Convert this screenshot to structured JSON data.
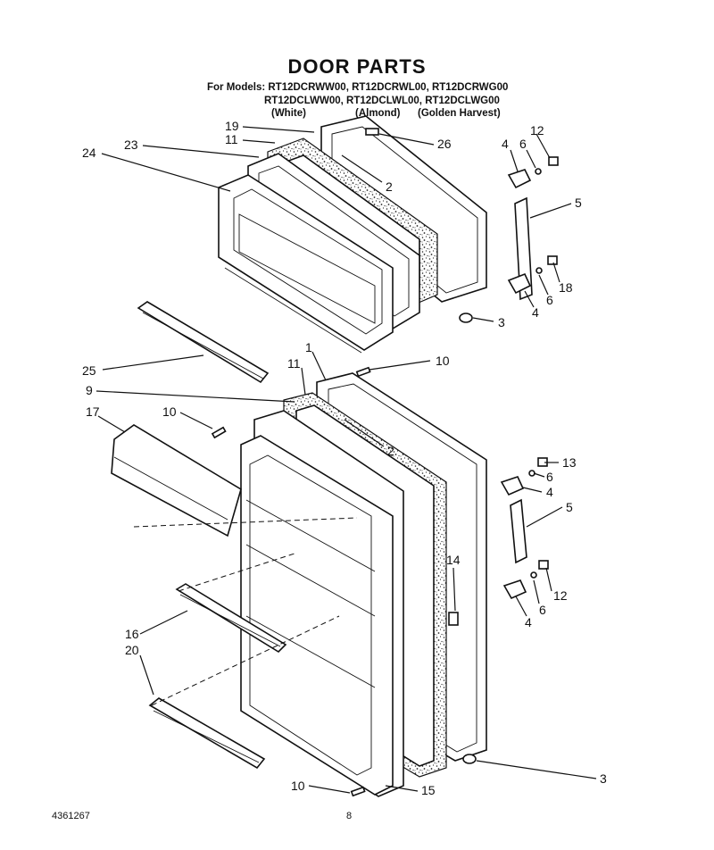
{
  "header": {
    "title": "DOOR PARTS",
    "models_line1": "For Models: RT12DCRWW00, RT12DCRWL00, RT12DCRWG00",
    "models_line2": "RT12DCLWW00, RT12DCLWL00, RT12DCLWG00",
    "color_white": "(White)",
    "color_almond": "(Almond)",
    "color_golden": "(Golden Harvest)"
  },
  "footer": {
    "doc_number": "4361267",
    "page_number": "8"
  },
  "callouts": [
    {
      "id": "c1",
      "label": "19"
    },
    {
      "id": "c2",
      "label": "11"
    },
    {
      "id": "c3",
      "label": "23"
    },
    {
      "id": "c4",
      "label": "24"
    },
    {
      "id": "c5",
      "label": "26"
    },
    {
      "id": "c6",
      "label": "2"
    },
    {
      "id": "c7",
      "label": "4"
    },
    {
      "id": "c8",
      "label": "6"
    },
    {
      "id": "c9",
      "label": "12"
    },
    {
      "id": "c10",
      "label": "5"
    },
    {
      "id": "c11",
      "label": "18"
    },
    {
      "id": "c12",
      "label": "6"
    },
    {
      "id": "c13",
      "label": "4"
    },
    {
      "id": "c14",
      "label": "3"
    },
    {
      "id": "c15",
      "label": "25"
    },
    {
      "id": "c16",
      "label": "1"
    },
    {
      "id": "c17",
      "label": "10"
    },
    {
      "id": "c18",
      "label": "11"
    },
    {
      "id": "c19",
      "label": "9"
    },
    {
      "id": "c20",
      "label": "17"
    },
    {
      "id": "c21",
      "label": "10"
    },
    {
      "id": "c22",
      "label": "2"
    },
    {
      "id": "c23",
      "label": "13"
    },
    {
      "id": "c24",
      "label": "6"
    },
    {
      "id": "c25",
      "label": "4"
    },
    {
      "id": "c26",
      "label": "5"
    },
    {
      "id": "c27",
      "label": "14"
    },
    {
      "id": "c28",
      "label": "12"
    },
    {
      "id": "c29",
      "label": "6"
    },
    {
      "id": "c30",
      "label": "4"
    },
    {
      "id": "c31",
      "label": "16"
    },
    {
      "id": "c32",
      "label": "20"
    },
    {
      "id": "c33",
      "label": "3"
    },
    {
      "id": "c34",
      "label": "10"
    },
    {
      "id": "c35",
      "label": "15"
    }
  ]
}
